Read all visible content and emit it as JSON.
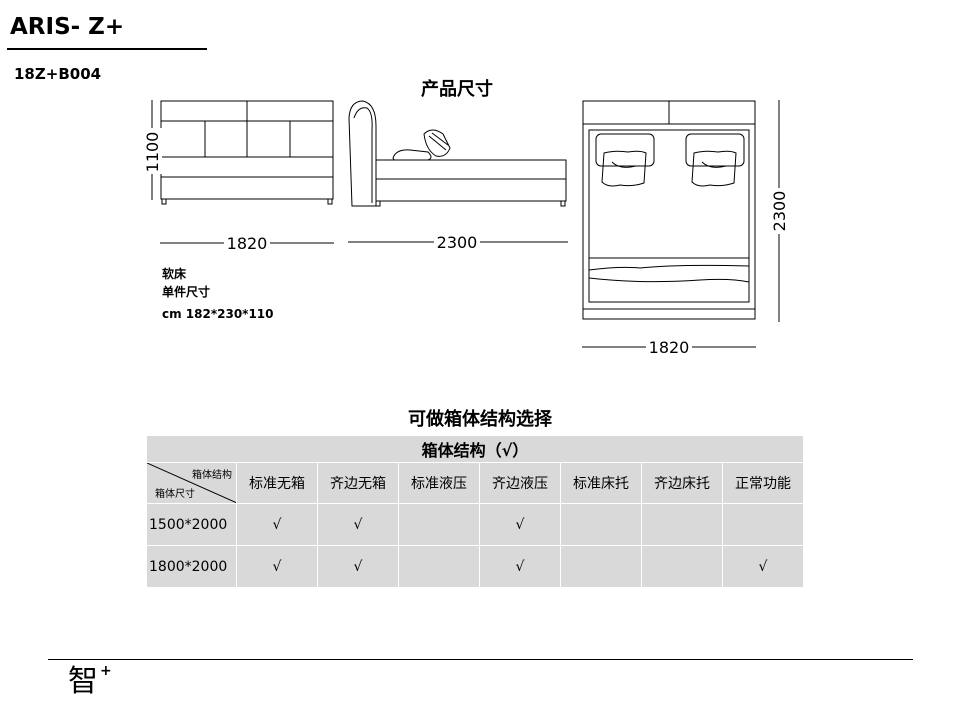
{
  "header": {
    "title": "ARIS- Z+",
    "model_code": "18Z+B004"
  },
  "dimensions": {
    "heading": "产品尺寸",
    "front_height": "1100",
    "front_width": "1820",
    "side_length": "2300",
    "top_length": "2300",
    "top_width": "1820"
  },
  "product_info": {
    "type": "软床",
    "unit_size_label": "单件尺寸",
    "size_text": "cm 182*230*110"
  },
  "options_table": {
    "heading": "可做箱体结构选择",
    "banner": "箱体结构（√）",
    "corner_top": "箱体结构",
    "corner_bottom": "箱体尺寸",
    "columns": [
      "标准无箱",
      "齐边无箱",
      "标准液压",
      "齐边液压",
      "标准床托",
      "齐边床托",
      "正常功能"
    ],
    "rows": [
      {
        "size": "1500*2000",
        "cells": [
          "√",
          "√",
          "",
          "√",
          "",
          "",
          ""
        ]
      },
      {
        "size": "1800*2000",
        "cells": [
          "√",
          "√",
          "",
          "√",
          "",
          "",
          "√"
        ]
      }
    ]
  },
  "footer": {
    "logo_glyph": "智",
    "logo_plus": "+"
  },
  "icons": {
    "logo": "zhi-plus-logo"
  }
}
